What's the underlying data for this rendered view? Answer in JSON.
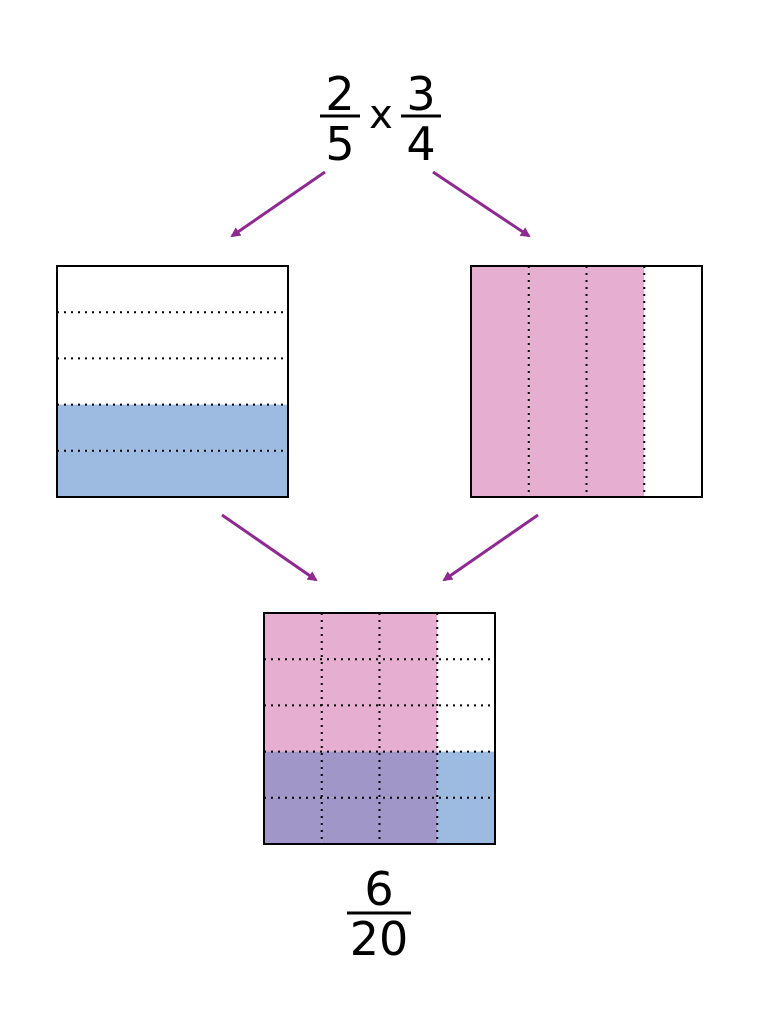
{
  "expression": {
    "left": {
      "numerator": "2",
      "denominator": "5"
    },
    "operator": "x",
    "right": {
      "numerator": "3",
      "denominator": "4"
    }
  },
  "left_model": {
    "rows": 5,
    "shaded_rows": 2,
    "color": "#9dbae0"
  },
  "right_model": {
    "columns": 4,
    "shaded_columns": 3,
    "color": "#e6aed0"
  },
  "result_model": {
    "rows": 5,
    "columns": 4,
    "row_shaded": 2,
    "column_shaded": 3,
    "overlap_color": "#a096c8",
    "row_color": "#9dbae0",
    "column_color": "#e6aed0"
  },
  "result": {
    "numerator": "6",
    "denominator": "20"
  },
  "colors": {
    "arrow": "#8e2a91",
    "outline": "#000000",
    "blank": "#ffffff"
  }
}
